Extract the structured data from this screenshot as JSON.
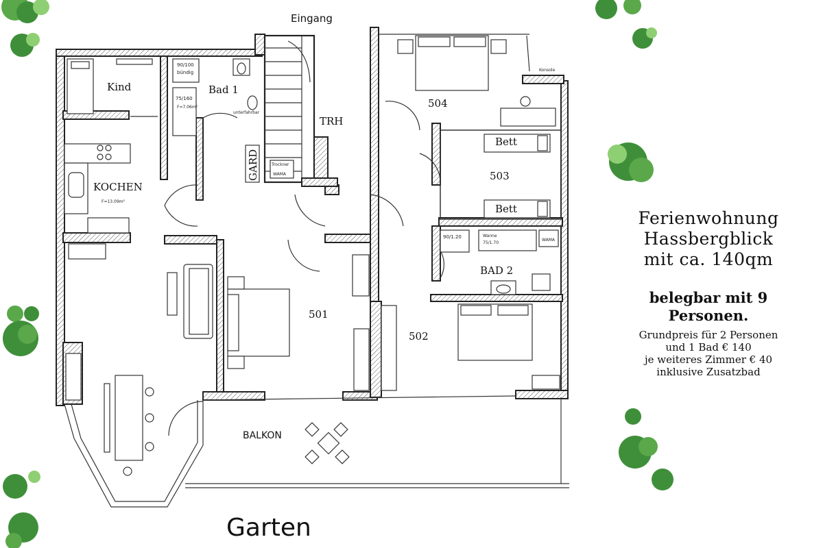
{
  "labels": {
    "entrance": "Eingang",
    "kind": "Kind",
    "bad1": "Bad 1",
    "trh": "TRH",
    "room504": "504",
    "room503": "503",
    "room501": "501",
    "room502": "502",
    "kochen": "KOCHEN",
    "kochen_area": "F=13.09m²",
    "bad1_area": "F=7.06m²",
    "bad2": "BAD 2",
    "bett_top": "Bett",
    "bett_bottom": "Bett",
    "gard": "GARD",
    "balkon": "BALKON",
    "garten": "Garten",
    "shower_1": "90/100",
    "shower_1b": "bündig",
    "tub_1": "75/160",
    "unterfahrbar": "unterfahrbar",
    "trockner": "Trockner",
    "wama_1": "WAMA",
    "shower_2": "90/1.20",
    "wanne": "Wanne",
    "wanne_size": "75/1.70",
    "wama_2": "WAMA",
    "konsole": "Konsole"
  },
  "info": {
    "title_lines": [
      "Ferienwohnung",
      "Hassbergblick",
      "mit ca. 140qm"
    ],
    "capacity_lines": [
      "belegbar mit 9",
      "Personen."
    ],
    "price_lines": [
      "Grundpreis für 2 Personen",
      "und 1 Bad  € 140",
      "je weiteres Zimmer € 40",
      "inklusive Zusatzbad"
    ]
  },
  "colors": {
    "wall": "#222222",
    "tree_dark": "#3f8f3a",
    "tree_mid": "#5aa84a",
    "tree_light": "#8fcf73"
  }
}
